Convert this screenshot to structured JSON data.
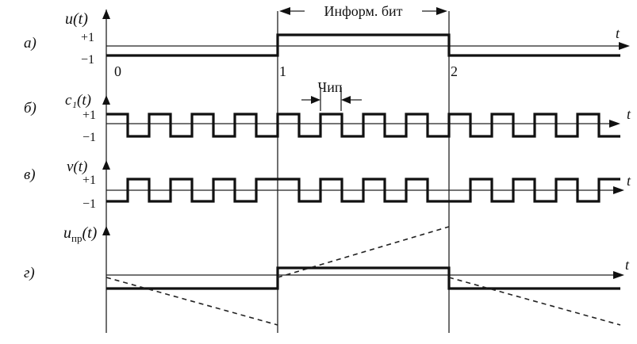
{
  "rows": {
    "a": {
      "letter": "а)",
      "signal": "u(t)"
    },
    "b": {
      "letter": "б)",
      "signal": "c₁(t)"
    },
    "v": {
      "letter": "в)",
      "signal": "ν(t)"
    },
    "g": {
      "letter": "г)",
      "signal": "u",
      "signal_sub": "пр",
      "signal_tail": "(t)"
    }
  },
  "levels": {
    "plus": "+1",
    "minus": "−1"
  },
  "axis_label": "t",
  "time_marks": [
    "0",
    "1",
    "2"
  ],
  "bit_label": "Информ. бит",
  "chip_label": "Чип",
  "info_bits": [
    -1,
    1,
    -1
  ],
  "chip_sequence": [
    1,
    -1,
    1,
    -1,
    1,
    -1,
    1,
    -1,
    1,
    -1,
    1,
    -1,
    1,
    -1,
    1,
    -1,
    1,
    -1,
    1,
    -1,
    1,
    -1,
    1,
    -1
  ],
  "colors": {
    "ink": "#111111",
    "paper": "#ffffff"
  }
}
